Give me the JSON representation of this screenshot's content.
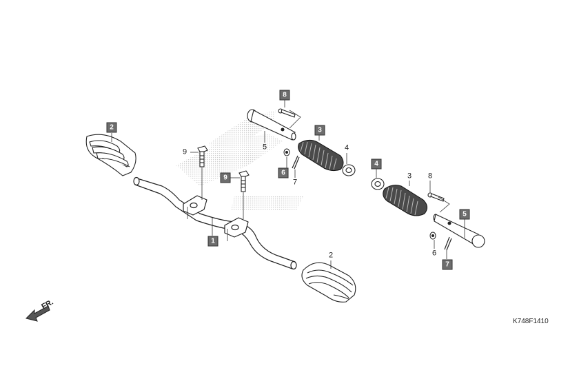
{
  "callouts": {
    "boxed": [
      "1",
      "2",
      "3",
      "4",
      "5",
      "6",
      "7",
      "8",
      "9"
    ],
    "plain": [
      "2",
      "3",
      "4",
      "5",
      "6",
      "7",
      "8",
      "9"
    ]
  },
  "direction": "FR.",
  "drawing_code": "K748F1410",
  "colors": {
    "line": "#222222",
    "box_fill": "#6d6d6d",
    "watermark": "#d6d6d6"
  }
}
